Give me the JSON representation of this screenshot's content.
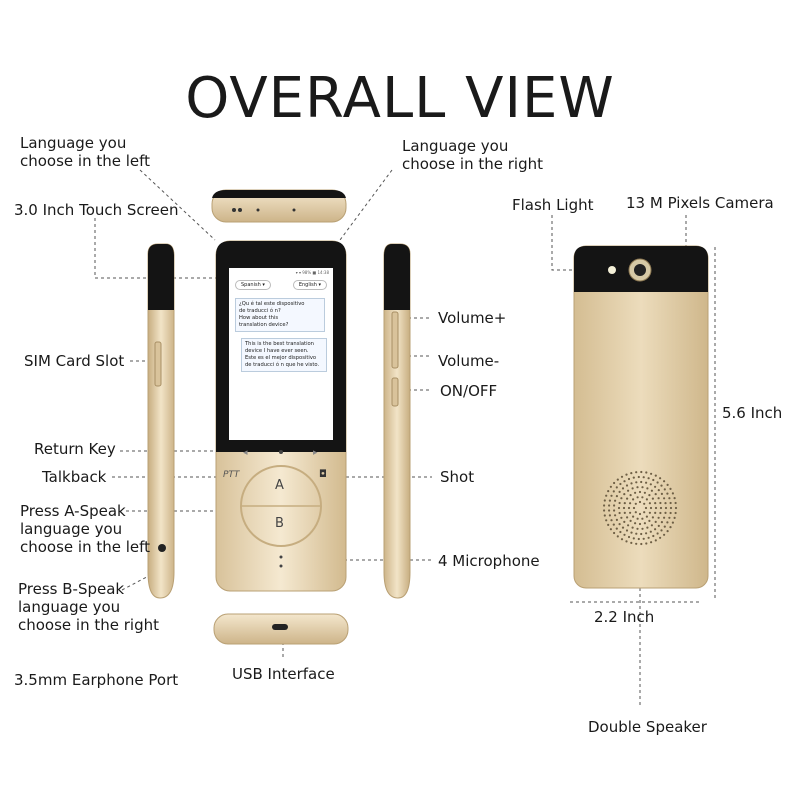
{
  "title": "OVERALL VIEW",
  "labels": {
    "lang_left_top": "Language you\nchoose in the left",
    "lang_right_top": "Language you\nchoose in the right",
    "touch_screen": "3.0 Inch Touch Screen",
    "sim_slot": "SIM Card Slot",
    "return_key": "Return Key",
    "talkback": "Talkback",
    "press_a": "Press A-Speak\nlanguage you\nchoose in the left",
    "press_b": "Press B-Speak\nlanguage you\nchoose in the right",
    "earphone": "3.5mm Earphone Port",
    "usb": "USB Interface",
    "volume_up": "Volume+",
    "volume_down": "Volume-",
    "on_off": "ON/OFF",
    "shot": "Shot",
    "microphone": "4 Microphone",
    "flash": "Flash Light",
    "camera": "13 M Pixels Camera",
    "height": "5.6 Inch",
    "width": "2.2 Inch",
    "speaker": "Double Speaker"
  },
  "screen": {
    "status": "▾ ▾ 98% ■ 14:38",
    "lang_a": "Spanish ▾",
    "lang_b": "English ▾",
    "bubble1_line1": "¿Qu é tal este dispositivo",
    "bubble1_line2": "de traducci ó n?",
    "bubble1_line3": "How about this",
    "bubble1_line4": "translation device?",
    "bubble2_line1": "This is the best translation",
    "bubble2_line2": "device I have ever seen.",
    "bubble2_line3": "Este es el mejor dispositivo",
    "bubble2_line4": "de traducci ó n que he visto."
  },
  "device": {
    "ptt": "PTT",
    "key_a": "A",
    "key_b": "B"
  },
  "colors": {
    "gold": "#e6d3b0",
    "gold_dark": "#c9b083",
    "black_top": "#141414",
    "leader": "#555555"
  }
}
